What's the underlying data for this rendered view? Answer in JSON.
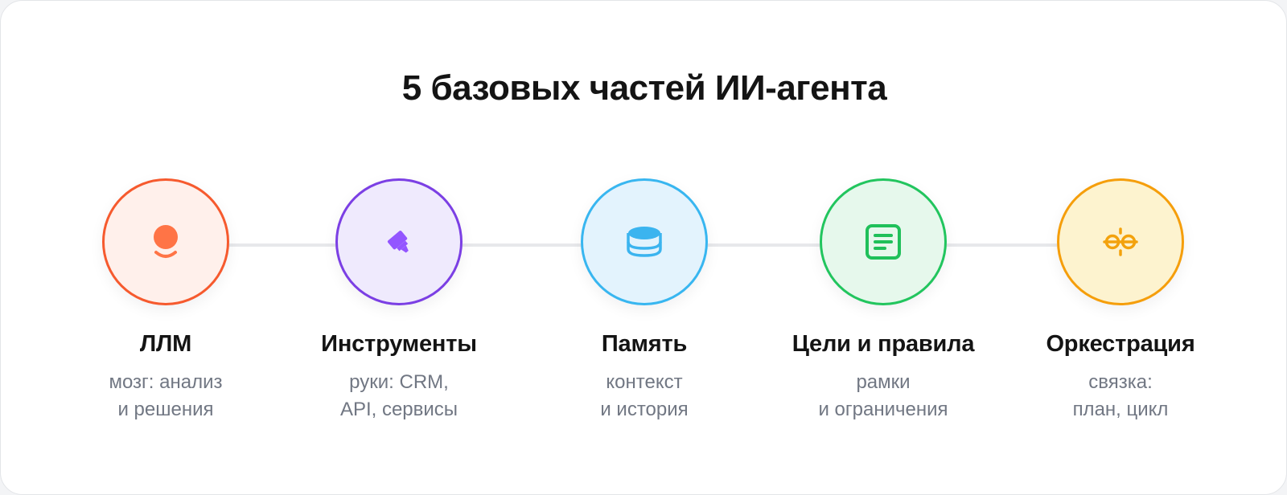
{
  "title": "5 базовых частей ИИ-агента",
  "parts": [
    {
      "label": "ЛЛМ",
      "desc_lines": [
        "мозг: анализ",
        "и решения"
      ],
      "icon": "brain-icon",
      "color": "#f65a2e",
      "bg": "#fff0eb"
    },
    {
      "label": "Инструменты",
      "desc_lines": [
        "руки: CRM,",
        "API, сервисы"
      ],
      "icon": "wrench-icon",
      "color": "#7b3fe4",
      "bg": "#efeafd"
    },
    {
      "label": "Память",
      "desc_lines": [
        "контекст",
        "и история"
      ],
      "icon": "database-icon",
      "color": "#38b6f0",
      "bg": "#e3f3fd"
    },
    {
      "label": "Цели и правила",
      "desc_lines": [
        "рамки",
        "и ограничения"
      ],
      "icon": "checklist-icon",
      "color": "#22c55e",
      "bg": "#e6f8ec"
    },
    {
      "label": "Оркестрация",
      "desc_lines": [
        "связка:",
        "план, цикл"
      ],
      "icon": "link-icon",
      "color": "#f59e0b",
      "bg": "#fdf3cf"
    }
  ]
}
